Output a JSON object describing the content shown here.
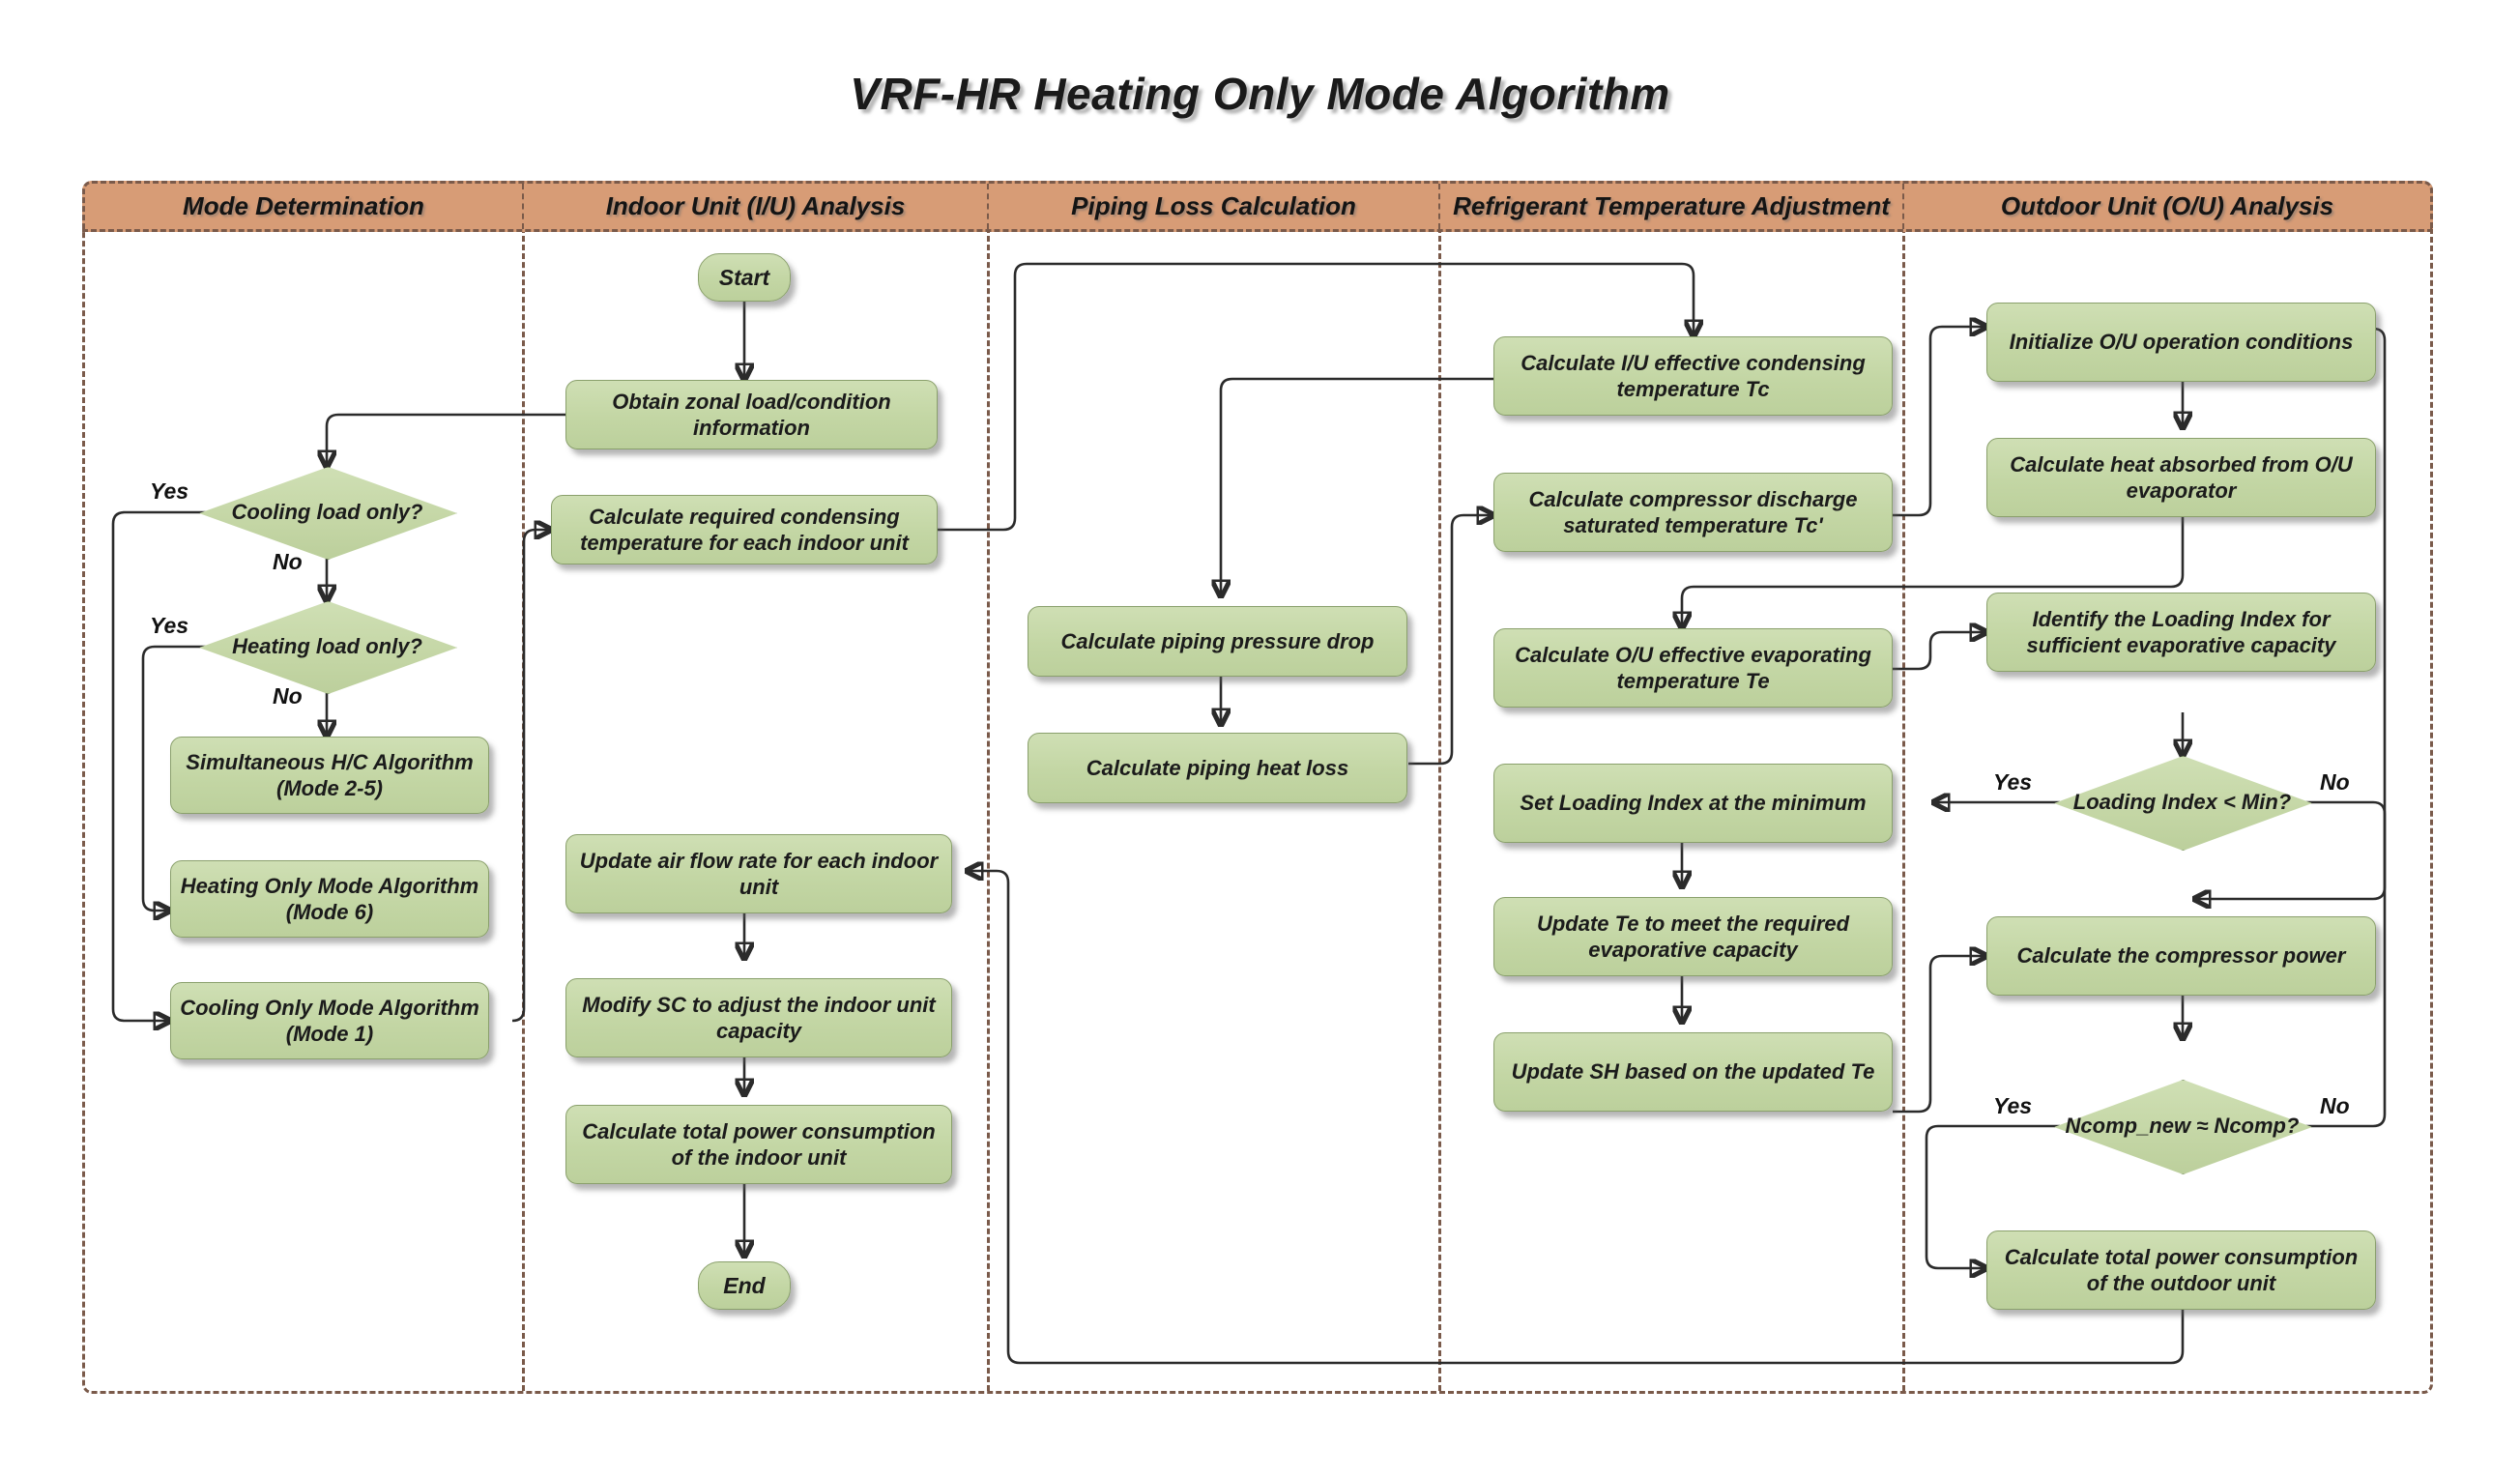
{
  "title": "VRF-HR Heating Only Mode Algorithm",
  "colors": {
    "header_band": "#d79c76",
    "lane_border": "#7a5a4a",
    "node_fill": "#c6d8a6",
    "node_border": "#8aa06c",
    "connector": "#2b2b2b"
  },
  "lanes": [
    {
      "label": "Mode Determination"
    },
    {
      "label": "Indoor Unit (I/U) Analysis"
    },
    {
      "label": "Piping Loss Calculation"
    },
    {
      "label": "Refrigerant Temperature Adjustment"
    },
    {
      "label": "Outdoor Unit (O/U) Analysis"
    }
  ],
  "nodes": {
    "start": "Start",
    "end": "End",
    "obtain_zonal": "Obtain zonal load/condition information",
    "calc_required_cond": "Calculate required condensing temperature for each indoor unit",
    "cooling_only_q": "Cooling load only?",
    "heating_only_q": "Heating load only?",
    "simultaneous": "Simultaneous H/C Algorithm (Mode 2-5)",
    "heating_only_mode": "Heating Only Mode Algorithm (Mode 6)",
    "cooling_only_mode": "Cooling Only Mode Algorithm (Mode 1)",
    "update_airflow": "Update air flow rate for each indoor unit",
    "modify_sc": "Modify SC to adjust the indoor unit capacity",
    "calc_iu_power": "Calculate total power consumption of the indoor unit",
    "piping_pressure": "Calculate piping pressure drop",
    "piping_heat_loss": "Calculate piping  heat loss",
    "calc_iu_tc": "Calculate I/U effective condensing temperature Tc",
    "calc_tc_prime": "Calculate compressor discharge saturated temperature Tc'",
    "calc_ou_te": "Calculate O/U effective evaporating temperature Te",
    "set_loading_min": "Set Loading Index at the minimum",
    "update_te": "Update Te to meet the required evaporative capacity",
    "update_sh": "Update SH based on the updated Te",
    "init_ou": "Initialize O/U operation conditions",
    "calc_heat_absorbed": "Calculate heat absorbed from O/U evaporator",
    "identify_loading": "Identify the Loading Index for sufficient evaporative capacity",
    "loading_min_q": "Loading Index < Min?",
    "calc_comp_power": "Calculate the compressor power",
    "ncomp_q": "Ncomp_new ≈  Ncomp?",
    "calc_ou_power": "Calculate total power consumption of the outdoor unit"
  },
  "edge_labels": {
    "cooling_yes": "Yes",
    "cooling_no": "No",
    "heating_yes": "Yes",
    "heating_no": "No",
    "loading_yes": "Yes",
    "loading_no": "No",
    "ncomp_yes": "Yes",
    "ncomp_no": "No"
  }
}
